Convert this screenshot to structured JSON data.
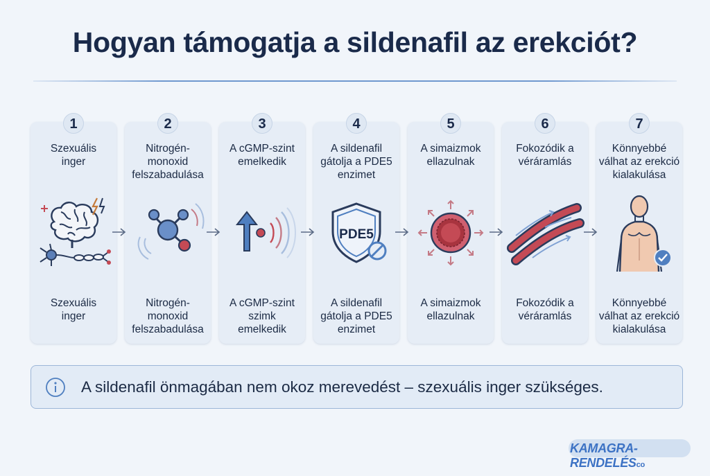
{
  "title": "Hogyan támogatja a sildenafil az erekciót?",
  "steps": [
    {
      "number": "1",
      "top_label": "Szexuális\ninger",
      "bottom_label": "Szexuális\ninger",
      "icon": "brain-neuron-icon"
    },
    {
      "number": "2",
      "top_label": "Nitrogén-\nmonoxid\nfelszabadulása",
      "bottom_label": "Nitrogén-\nmonoxid\nfelszabadulása",
      "icon": "molecule-icon"
    },
    {
      "number": "3",
      "top_label": "A cGMP-szint\nemelkedik",
      "bottom_label": "A cGMP-szint\nszimk\nemelkedik",
      "icon": "level-up-icon"
    },
    {
      "number": "4",
      "top_label": "A sildenafil\ngátolja a PDE5\nenzimet",
      "bottom_label": "A sildenafil\ngátolja a PDE5\nenzimet",
      "icon": "shield-block-icon",
      "icon_text": "PDE5"
    },
    {
      "number": "5",
      "top_label": "A simaizmok\nellazulnak",
      "bottom_label": "A simaizmok\nellazulnak",
      "icon": "vessel-relax-icon"
    },
    {
      "number": "6",
      "top_label": "Fokozódik a\nvéráramlás",
      "bottom_label": "Fokozódik a\nvéráramlás",
      "icon": "blood-flow-icon"
    },
    {
      "number": "7",
      "top_label": "Könnyebbé\nválhat az erekció\nkialakulása",
      "bottom_label": "Könnyebbé\nválhat az erekció\nkialakulása",
      "icon": "body-check-icon"
    }
  ],
  "note": {
    "icon": "info-icon",
    "text": "A sildenafil önmagában nem okoz merevedést – szexuális inger szükséges."
  },
  "watermark": {
    "text": "KAMAGRA-RENDELÉS",
    "suffix": "co"
  },
  "colors": {
    "accent": "#6f98cf",
    "red": "#c44a55",
    "blue": "#4f7fc0",
    "card": "#e6edf6"
  }
}
